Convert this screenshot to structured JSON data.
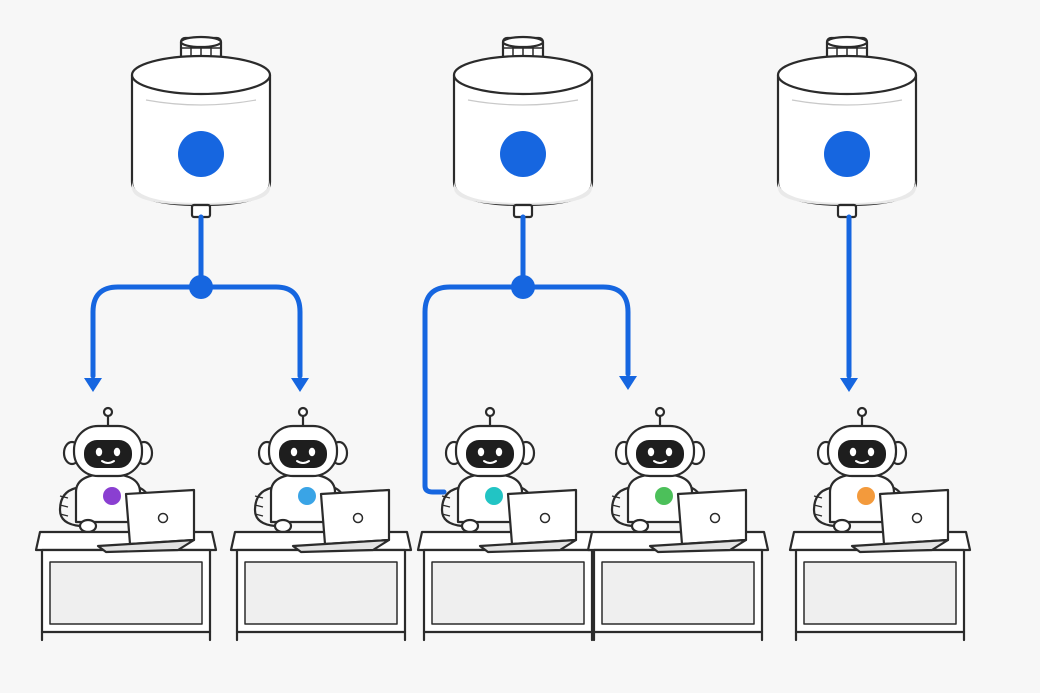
{
  "colors": {
    "background": "#f7f7f7",
    "connector": "#1666e0",
    "tank_dot": "#1666e0",
    "ink": "#2b2b2b",
    "fill_white": "#ffffff",
    "fill_shade": "#e9e9e9",
    "visor": "#1e1e1e"
  },
  "tanks": [
    {
      "id": "tank-1",
      "icon": "storage-tank-icon"
    },
    {
      "id": "tank-2",
      "icon": "storage-tank-icon"
    },
    {
      "id": "tank-3",
      "icon": "storage-tank-icon"
    }
  ],
  "agents": [
    {
      "id": "agent-1",
      "icon": "robot-at-laptop-icon",
      "chest_color": "#8a3fd1"
    },
    {
      "id": "agent-2",
      "icon": "robot-at-laptop-icon",
      "chest_color": "#3aa4e6"
    },
    {
      "id": "agent-3",
      "icon": "robot-at-laptop-icon",
      "chest_color": "#22c4c4"
    },
    {
      "id": "agent-4",
      "icon": "robot-at-laptop-icon",
      "chest_color": "#4cc05a"
    },
    {
      "id": "agent-5",
      "icon": "robot-at-laptop-icon",
      "chest_color": "#f39a3c"
    }
  ],
  "connections": [
    {
      "from": "tank-1",
      "to": [
        "agent-1",
        "agent-2"
      ]
    },
    {
      "from": "tank-2",
      "to": [
        "agent-3",
        "agent-4"
      ]
    },
    {
      "from": "tank-3",
      "to": [
        "agent-5"
      ]
    }
  ]
}
